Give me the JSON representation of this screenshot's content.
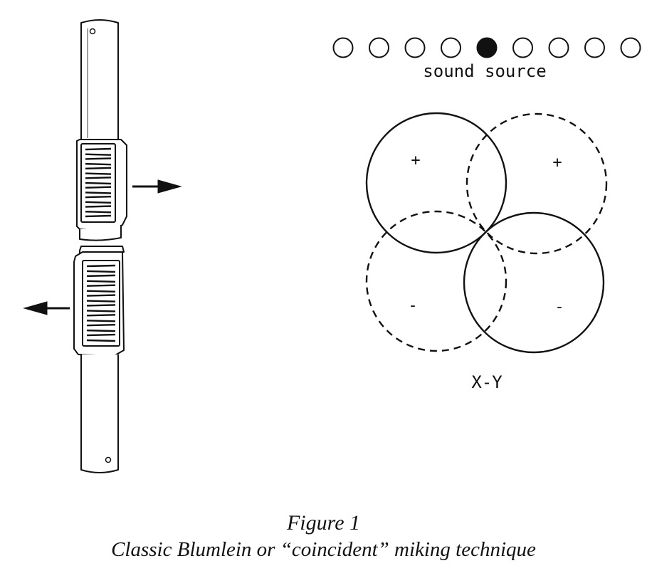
{
  "figure": {
    "title": "Figure 1",
    "caption": "Classic Blumlein or “coincident” miking technique"
  },
  "diagram": {
    "sound_source_label": "sound source",
    "source_count": 9,
    "active_source_index": 4,
    "pattern_label": "X-Y",
    "polarity_signs": [
      "+",
      "+",
      "-",
      "-"
    ],
    "ink_color": "#111111"
  }
}
